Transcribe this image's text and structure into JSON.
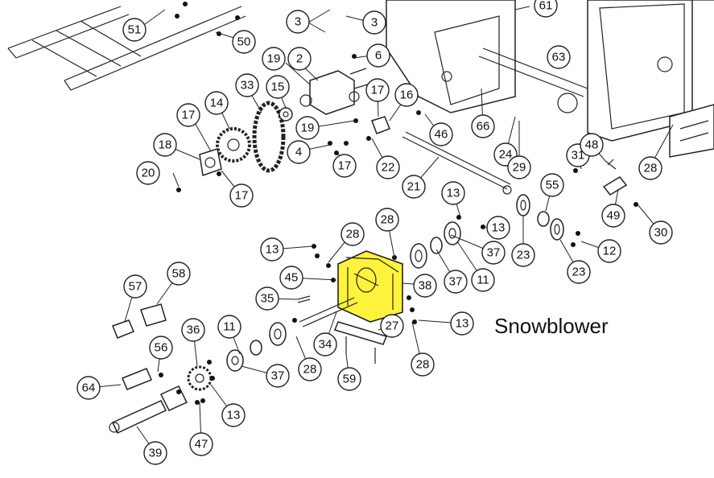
{
  "caption": "Snowblower",
  "colors": {
    "highlight": "#fff33b",
    "line": "#222222",
    "background": "#ffffff"
  },
  "highlighted_part": "45",
  "callouts": [
    {
      "label": "51"
    },
    {
      "label": "50"
    },
    {
      "label": "3"
    },
    {
      "label": "3"
    },
    {
      "label": "61"
    },
    {
      "label": "6"
    },
    {
      "label": "19"
    },
    {
      "label": "2"
    },
    {
      "label": "63"
    },
    {
      "label": "33"
    },
    {
      "label": "15"
    },
    {
      "label": "17"
    },
    {
      "label": "16"
    },
    {
      "label": "17"
    },
    {
      "label": "14"
    },
    {
      "label": "19"
    },
    {
      "label": "46"
    },
    {
      "label": "66"
    },
    {
      "label": "18"
    },
    {
      "label": "4"
    },
    {
      "label": "17"
    },
    {
      "label": "22"
    },
    {
      "label": "24"
    },
    {
      "label": "29"
    },
    {
      "label": "31"
    },
    {
      "label": "48"
    },
    {
      "label": "28"
    },
    {
      "label": "20"
    },
    {
      "label": "17"
    },
    {
      "label": "21"
    },
    {
      "label": "13"
    },
    {
      "label": "55"
    },
    {
      "label": "49"
    },
    {
      "label": "30"
    },
    {
      "label": "28"
    },
    {
      "label": "13"
    },
    {
      "label": "28"
    },
    {
      "label": "13"
    },
    {
      "label": "23"
    },
    {
      "label": "12"
    },
    {
      "label": "37"
    },
    {
      "label": "23"
    },
    {
      "label": "58"
    },
    {
      "label": "45"
    },
    {
      "label": "38"
    },
    {
      "label": "37"
    },
    {
      "label": "11"
    },
    {
      "label": "57"
    },
    {
      "label": "35"
    },
    {
      "label": "27"
    },
    {
      "label": "13"
    },
    {
      "label": "36"
    },
    {
      "label": "11"
    },
    {
      "label": "34"
    },
    {
      "label": "56"
    },
    {
      "label": "28"
    },
    {
      "label": "37"
    },
    {
      "label": "28"
    },
    {
      "label": "64"
    },
    {
      "label": "59"
    },
    {
      "label": "13"
    },
    {
      "label": "47"
    },
    {
      "label": "39"
    }
  ]
}
